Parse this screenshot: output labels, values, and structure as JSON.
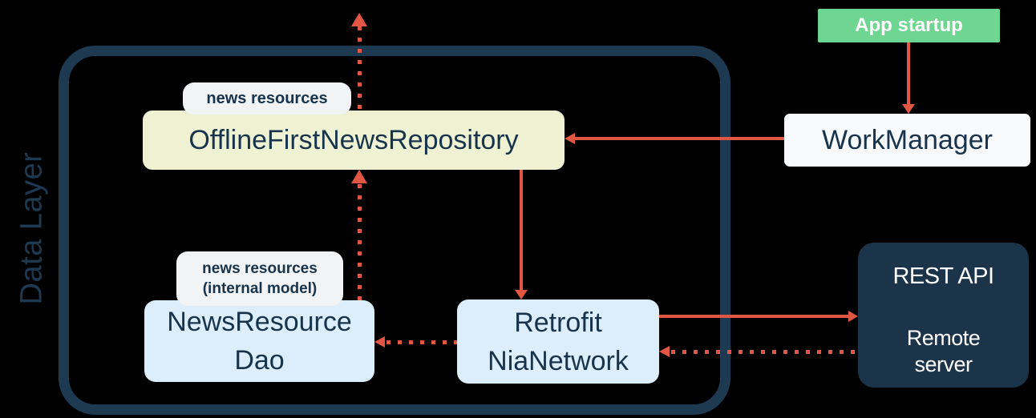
{
  "container": {
    "label": "Data Layer"
  },
  "nodes": {
    "repository": {
      "label": "OfflineFirstNewsRepository",
      "tag": "news resources"
    },
    "dao": {
      "label_line1": "NewsResource",
      "label_line2": "Dao",
      "tag_line1": "news resources",
      "tag_line2": "(internal model)"
    },
    "network": {
      "label_line1": "Retrofit",
      "label_line2": "NiaNetwork"
    },
    "workmanager": {
      "label": "WorkManager"
    },
    "app_startup": {
      "label": "App startup"
    },
    "rest_api": {
      "title": "REST API",
      "subtitle_line1": "Remote",
      "subtitle_line2": "server"
    }
  },
  "edges": [
    {
      "from": "OfflineFirstNewsRepository",
      "to": "offscreen-top",
      "style": "dotted",
      "direction": "up"
    },
    {
      "from": "NewsResourceDao",
      "to": "OfflineFirstNewsRepository",
      "style": "dotted",
      "direction": "up"
    },
    {
      "from": "WorkManager",
      "to": "OfflineFirstNewsRepository",
      "style": "solid",
      "direction": "left"
    },
    {
      "from": "OfflineFirstNewsRepository",
      "to": "RetrofitNiaNetwork",
      "style": "solid",
      "direction": "down"
    },
    {
      "from": "AppStartup",
      "to": "WorkManager",
      "style": "solid",
      "direction": "down"
    },
    {
      "from": "RetrofitNiaNetwork",
      "to": "RestApiRemoteServer",
      "style": "solid",
      "direction": "right"
    },
    {
      "from": "RestApiRemoteServer",
      "to": "RetrofitNiaNetwork",
      "style": "dotted",
      "direction": "left"
    },
    {
      "from": "RetrofitNiaNetwork",
      "to": "NewsResourceDao",
      "style": "dotted",
      "direction": "left"
    }
  ],
  "colors": {
    "background": "#000000",
    "container_border": "#1d3a52",
    "arrow_red": "#e15743",
    "repository_box": "#eef2d3",
    "database_network_box": "#dcedfb",
    "tag_pill": "#f1f3f4",
    "workmanager_box": "#f8f9fa",
    "app_startup_box": "#6ed690",
    "rest_api_box": "#1c3449"
  }
}
